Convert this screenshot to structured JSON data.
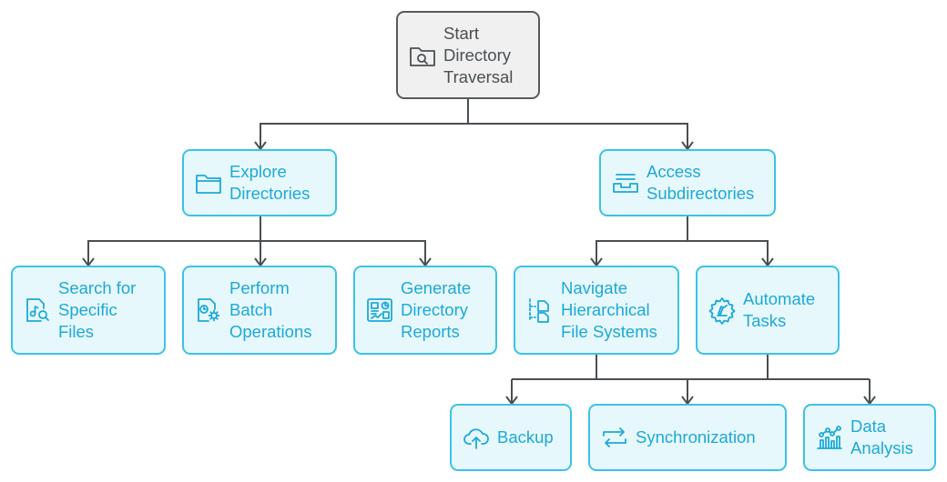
{
  "nodes": {
    "root": {
      "label": "Start\nDirectory\nTraversal",
      "icon": "folder-search-icon"
    },
    "explore": {
      "label": "Explore\nDirectories",
      "icon": "folder-icon"
    },
    "access": {
      "label": "Access\nSubdirectories",
      "icon": "tray-icon"
    },
    "search": {
      "label": "Search for\nSpecific\nFiles",
      "icon": "file-search-icon"
    },
    "batch": {
      "label": "Perform\nBatch\nOperations",
      "icon": "file-gear-icon"
    },
    "reports": {
      "label": "Generate\nDirectory\nReports",
      "icon": "dashboard-icon"
    },
    "navigate": {
      "label": "Navigate\nHierarchical\nFile Systems",
      "icon": "hierarchy-icon"
    },
    "automate": {
      "label": "Automate\nTasks",
      "icon": "gear-icon"
    },
    "backup": {
      "label": "Backup",
      "icon": "cloud-upload-icon"
    },
    "sync": {
      "label": "Synchronization",
      "icon": "sync-icon"
    },
    "analysis": {
      "label": "Data\nAnalysis",
      "icon": "chart-icon"
    }
  },
  "colors": {
    "accent": "#1ca9d6",
    "node_border": "#3bc3e3",
    "node_fill": "#e7f8fd",
    "root_fill": "#f0f0f0",
    "root_border": "#555a5e",
    "connector": "#4a4f53"
  },
  "edges": [
    [
      "root",
      "explore"
    ],
    [
      "root",
      "access"
    ],
    [
      "explore",
      "search"
    ],
    [
      "explore",
      "batch"
    ],
    [
      "explore",
      "reports"
    ],
    [
      "access",
      "navigate"
    ],
    [
      "access",
      "automate"
    ],
    [
      "automate",
      "backup"
    ],
    [
      "automate",
      "sync"
    ],
    [
      "automate",
      "analysis"
    ]
  ]
}
